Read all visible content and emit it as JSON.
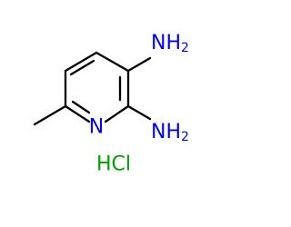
{
  "molecule": {
    "colors": {
      "bond": "#000000",
      "nitrogen": "#0000ff",
      "chlorine": "#00a000"
    },
    "ring_nitrogen": "N",
    "amine_top": {
      "base": "NH",
      "subscript": "2"
    },
    "amine_bottom": {
      "base": "NH",
      "subscript": "2"
    },
    "salt": "HCl"
  }
}
